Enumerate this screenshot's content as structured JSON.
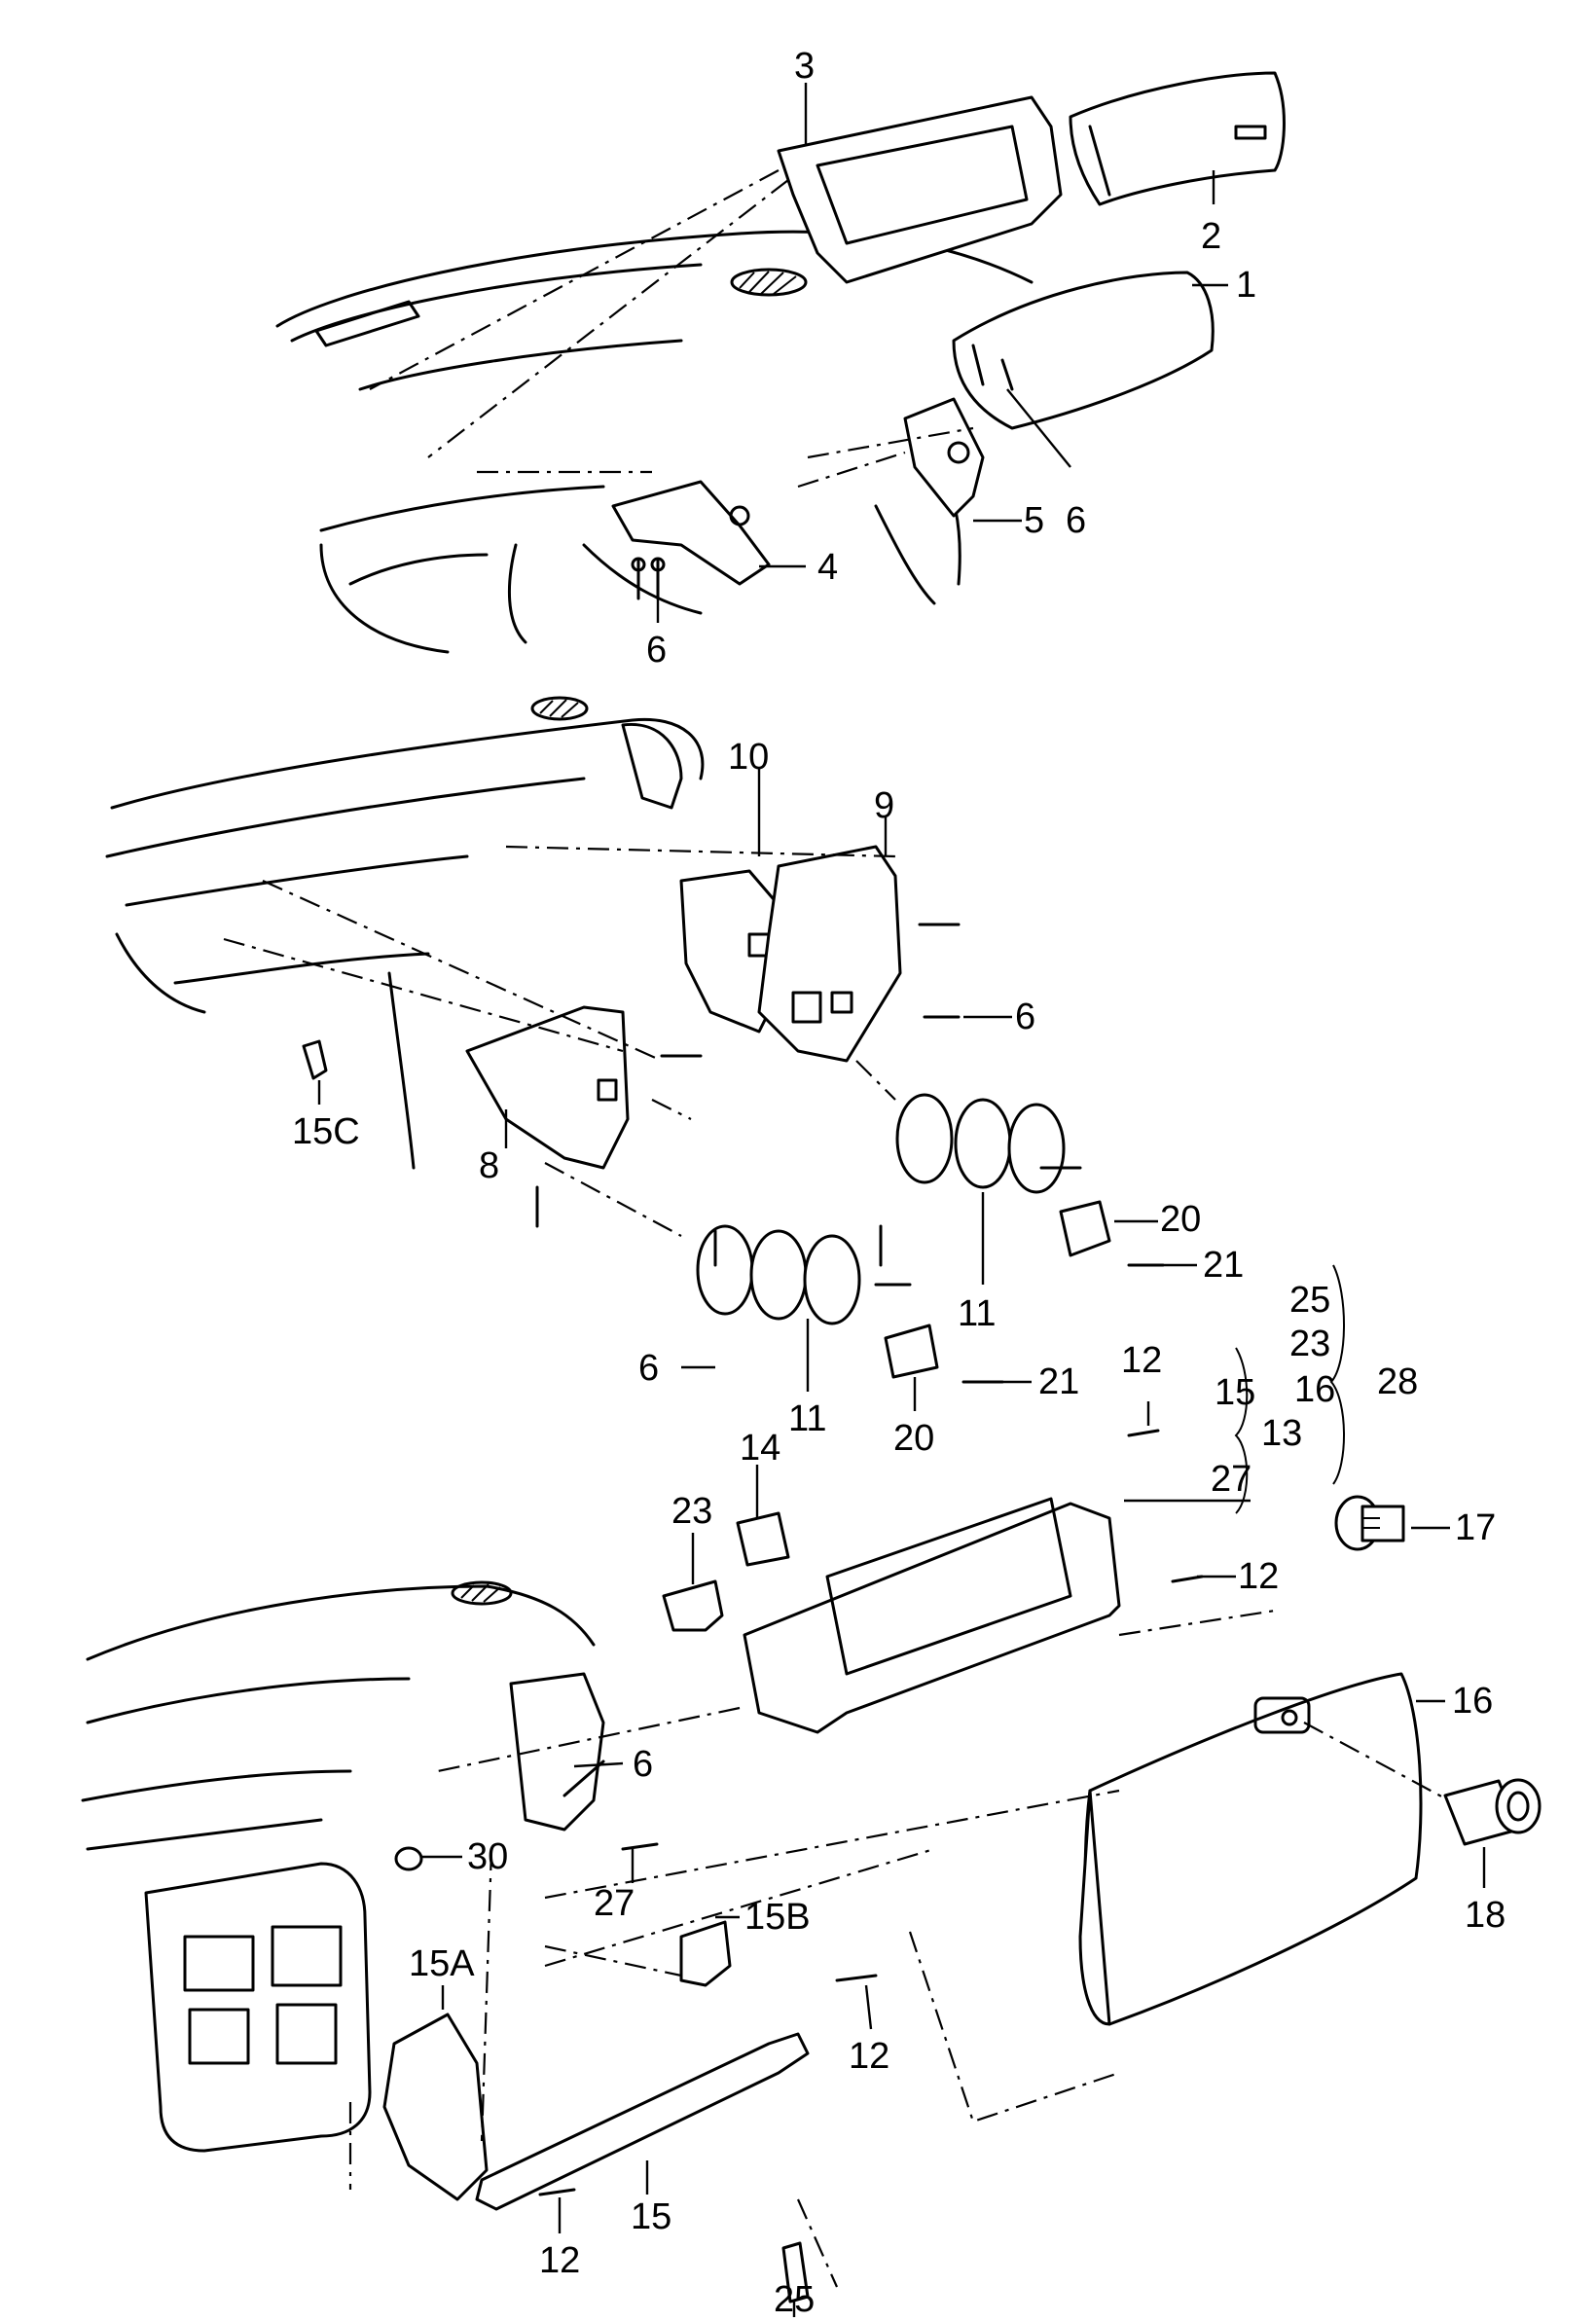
{
  "parts": [
    {
      "id": "p1",
      "label": "1"
    },
    {
      "id": "p2",
      "label": "2"
    },
    {
      "id": "p3",
      "label": "3"
    },
    {
      "id": "p4",
      "label": "4"
    },
    {
      "id": "p5",
      "label": "5"
    },
    {
      "id": "p6a",
      "label": "6"
    },
    {
      "id": "p6b",
      "label": "6"
    },
    {
      "id": "p10",
      "label": "10"
    },
    {
      "id": "p9",
      "label": "9"
    },
    {
      "id": "p6c",
      "label": "6"
    },
    {
      "id": "p15C",
      "label": "15C"
    },
    {
      "id": "p8",
      "label": "8"
    },
    {
      "id": "p20a",
      "label": "20"
    },
    {
      "id": "p21a",
      "label": "21"
    },
    {
      "id": "p11a",
      "label": "11"
    },
    {
      "id": "p6d",
      "label": "6"
    },
    {
      "id": "p11b",
      "label": "11"
    },
    {
      "id": "p20b",
      "label": "20"
    },
    {
      "id": "p21b",
      "label": "21"
    },
    {
      "id": "p25a",
      "label": "25"
    },
    {
      "id": "p23a",
      "label": "23"
    },
    {
      "id": "p16a",
      "label": "16"
    },
    {
      "id": "p28",
      "label": "28"
    },
    {
      "id": "p15a",
      "label": "15"
    },
    {
      "id": "p13",
      "label": "13"
    },
    {
      "id": "p27a",
      "label": "27"
    },
    {
      "id": "p12a",
      "label": "12"
    },
    {
      "id": "p14",
      "label": "14"
    },
    {
      "id": "p23b",
      "label": "23"
    },
    {
      "id": "p17",
      "label": "17"
    },
    {
      "id": "p12b",
      "label": "12"
    },
    {
      "id": "p16b",
      "label": "16"
    },
    {
      "id": "p6e",
      "label": "6"
    },
    {
      "id": "p30",
      "label": "30"
    },
    {
      "id": "p27b",
      "label": "27"
    },
    {
      "id": "p15B",
      "label": "15B"
    },
    {
      "id": "p18",
      "label": "18"
    },
    {
      "id": "p15A",
      "label": "15A"
    },
    {
      "id": "p12c",
      "label": "12"
    },
    {
      "id": "p15b",
      "label": "15"
    },
    {
      "id": "p12d",
      "label": "12"
    },
    {
      "id": "p25b",
      "label": "25"
    }
  ]
}
